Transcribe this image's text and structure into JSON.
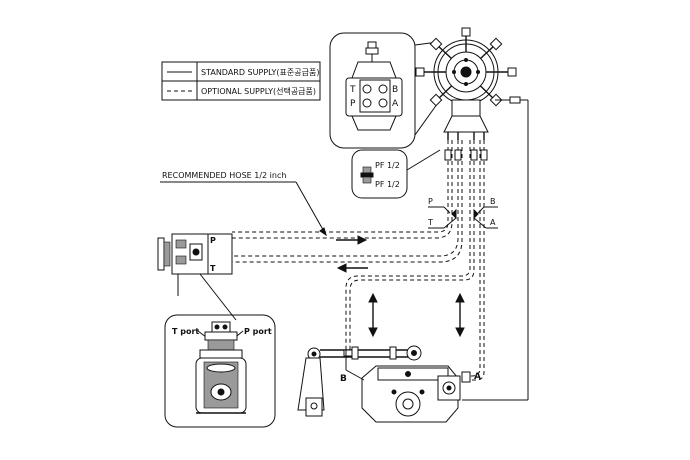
{
  "legend": {
    "standard_label": "STANDARD SUPPLY(표준공급품)",
    "optional_label": "OPTIONAL SUPPLY(선택공급품)"
  },
  "pump_detail": {
    "port_t": "T",
    "port_p": "P",
    "port_b": "B",
    "port_a": "A"
  },
  "fitting": {
    "label_1": "PF 1/2",
    "label_2": "PF 1/2"
  },
  "hose_note": "RECOMMENDED HOSE 1/2 inch",
  "line_labels": {
    "p_left": "P",
    "t_left": "T",
    "b_right": "B",
    "a_right": "A"
  },
  "tank_unit": {
    "port_p": "P",
    "port_t": "T"
  },
  "tank_detail": {
    "t_port": "T port",
    "p_port": "P port"
  },
  "cylinder": {
    "port_b": "B",
    "port_a": "A"
  },
  "colors": {
    "line": "#111111",
    "background": "#ffffff",
    "frame": "#111111"
  }
}
